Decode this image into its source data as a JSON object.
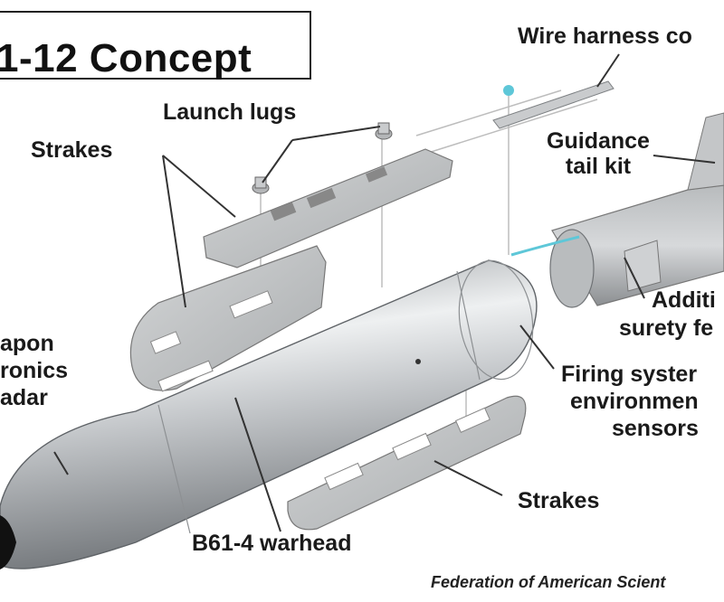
{
  "diagram": {
    "title": "1-12 Concept",
    "labels": {
      "wire_harness": "Wire harness co",
      "launch_lugs": "Launch lugs",
      "strakes_top": "Strakes",
      "guidance_line1": "Guidance",
      "guidance_line2": "tail kit",
      "additional_line1": "Additi",
      "additional_line2": "surety fe",
      "weapon_line1": "apon",
      "weapon_line2": "ronics",
      "weapon_line3": "adar",
      "firing_line1": "Firing syster",
      "firing_line2": "environmen",
      "firing_line3": "sensors",
      "strakes_bottom": "Strakes",
      "warhead": "B61-4 warhead"
    },
    "credit": "Federation of American Scient"
  }
}
